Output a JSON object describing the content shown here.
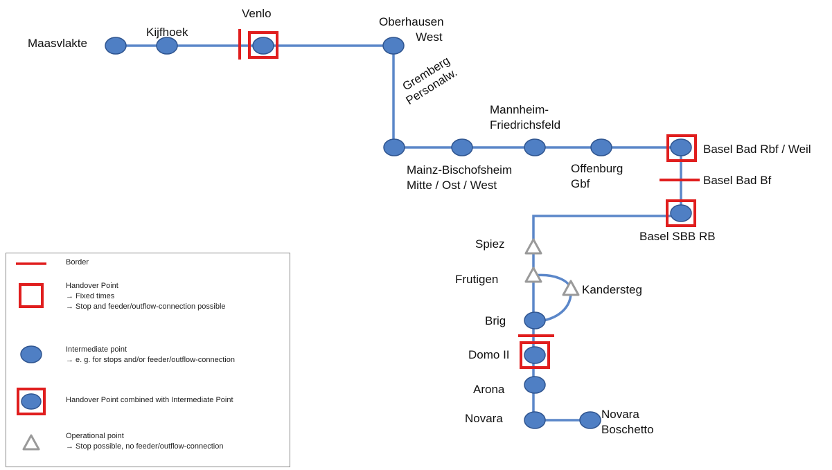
{
  "colors": {
    "route_line": "#5b87c9",
    "node_fill": "#4f7fc4",
    "node_stroke": "#2f5590",
    "border_red": "#e01e1e",
    "operational_gray": "#9a9a9a"
  },
  "stations": {
    "maasvlakte": "Maasvlakte",
    "kijfhoek": "Kijfhoek",
    "venlo": "Venlo",
    "oberhausen": [
      "Oberhausen",
      "West"
    ],
    "gremberg": [
      "Gremberg",
      "Personalw."
    ],
    "mainz": [
      "Mainz-Bischofsheim",
      "Mitte / Ost / West"
    ],
    "mannheim": [
      "Mannheim-",
      "Friedrichsfeld"
    ],
    "offenburg": [
      "Offenburg",
      "Gbf"
    ],
    "basel_bad_rbf": "Basel Bad Rbf / Weil",
    "basel_bad_bf": "Basel Bad Bf",
    "basel_sbb": "Basel SBB RB",
    "spiez": "Spiez",
    "frutigen": "Frutigen",
    "kandersteg": "Kandersteg",
    "brig": "Brig",
    "domo": "Domo II",
    "arona": "Arona",
    "novara": "Novara",
    "novara_boschetto": [
      "Novara",
      "Boschetto"
    ]
  },
  "legend": {
    "border": {
      "title": "Border",
      "icon": "border-line-icon"
    },
    "handover": {
      "title": "Handover Point",
      "lines": [
        "→  Fixed times",
        "→  Stop and feeder/outflow-connection possible"
      ],
      "icon": "handover-square-icon"
    },
    "intermediate": {
      "title": "Intermediate point",
      "lines": [
        "→ e. g. for stops and/or feeder/outflow-connection"
      ],
      "icon": "intermediate-point-icon"
    },
    "combined": {
      "title": "Handover Point combined with Intermediate Point",
      "icon": "combined-point-icon"
    },
    "operational": {
      "title": "Operational point",
      "lines": [
        "→  Stop possible, no feeder/outflow-connection"
      ],
      "icon": "operational-triangle-icon"
    }
  }
}
